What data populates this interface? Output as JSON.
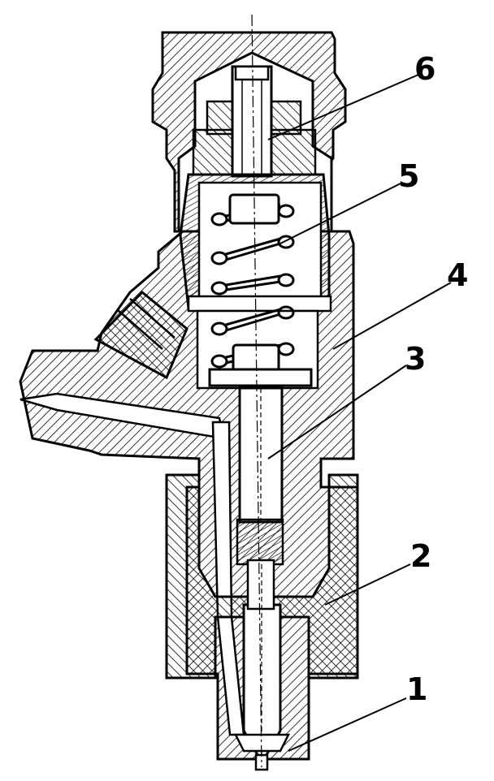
{
  "diagram": {
    "type": "mechanical-cross-section",
    "callouts": [
      {
        "id": "1",
        "label": "1"
      },
      {
        "id": "2",
        "label": "2"
      },
      {
        "id": "3",
        "label": "3"
      },
      {
        "id": "4",
        "label": "4"
      },
      {
        "id": "5",
        "label": "5"
      },
      {
        "id": "6",
        "label": "6"
      }
    ]
  }
}
